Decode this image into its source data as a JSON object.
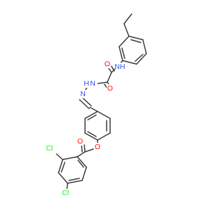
{
  "diagram": {
    "type": "chemical-structure",
    "atom_labels": {
      "nh_amide": "NH",
      "o_oxalyl_1": "O",
      "o_oxalyl_2": "O",
      "nh_hydrazide": "H",
      "n_hydrazide": "N",
      "n_imine": "N",
      "o_ester_carbonyl": "O",
      "o_ester_link": "O",
      "cl_ortho": "Cl",
      "cl_para": "Cl"
    },
    "colors": {
      "bond": "#3a3a3a",
      "oxygen": "#ff0d0d",
      "nitrogen": "#3050f8",
      "chlorine": "#1ff01f",
      "hydrogen_on_n": "#3050f8"
    }
  }
}
